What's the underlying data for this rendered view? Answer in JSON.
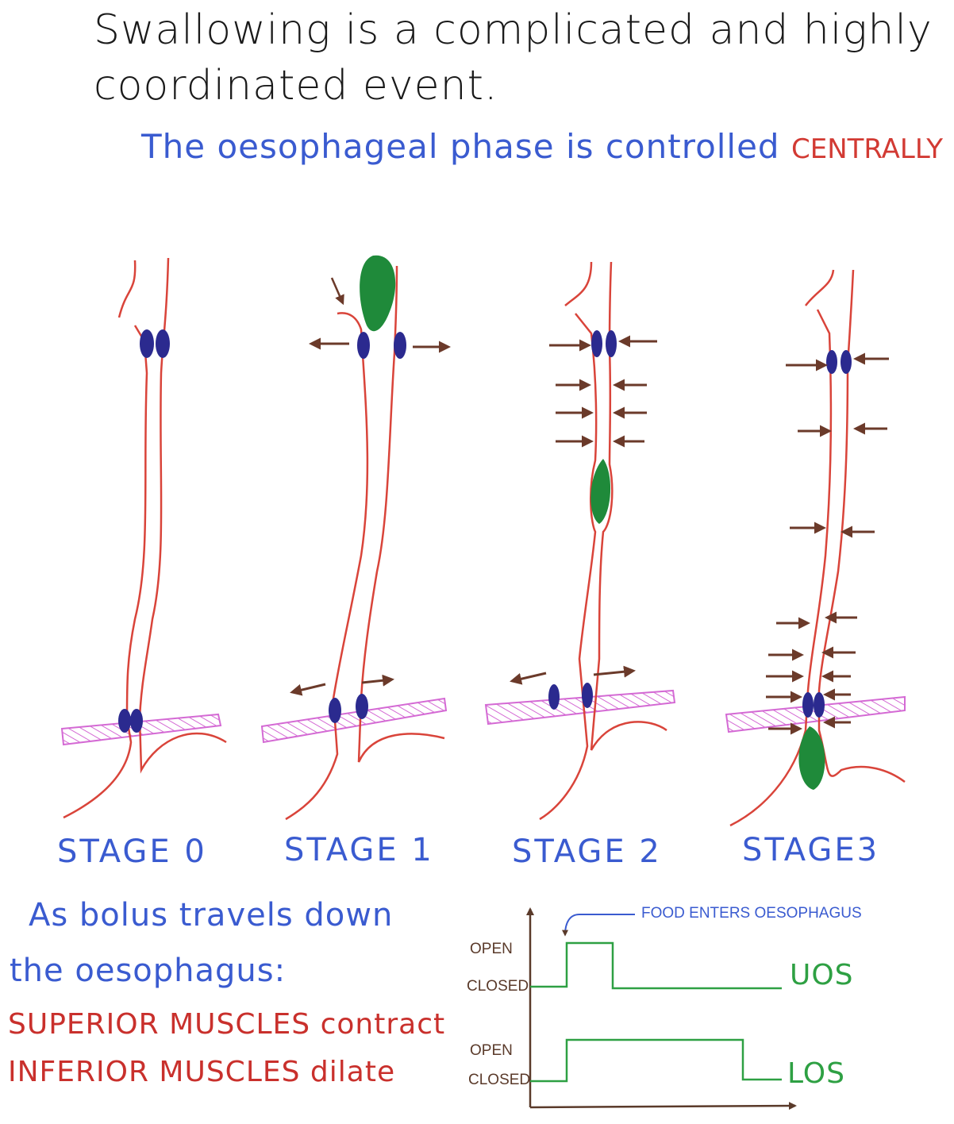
{
  "title": {
    "line1": "Swallowing is a complicated and highly",
    "line2": "coordinated event."
  },
  "subtitle": {
    "main": "The oesophageal phase is controlled",
    "emphasis": "CENTRALLY"
  },
  "stages": [
    {
      "label": "STAGE 0"
    },
    {
      "label": "STAGE 1"
    },
    {
      "label": "STAGE 2"
    },
    {
      "label": "STAGE3"
    }
  ],
  "notes": {
    "line1": "As bolus travels down",
    "line2": "the oesophagus:",
    "line3": "SUPERIOR MUSCLES contract",
    "line4": "INFERIOR MUSCLES dilate"
  },
  "graph": {
    "annotation": "FOOD ENTERS OESOPHAGUS",
    "uos_open": "OPEN",
    "uos_closed": "CLOSED",
    "uos_label": "UOS",
    "los_open": "OPEN",
    "los_closed": "CLOSED",
    "los_label": "LOS"
  },
  "colors": {
    "oesophagus": "#d9443a",
    "sphincter": "#2b2a8f",
    "bolus": "#1f8a3a",
    "diaphragm": "#d46ad4",
    "arrow": "#6b3a2a",
    "graph_line": "#2ea043",
    "blue_text": "#3a5bd0",
    "red_text": "#c9302c"
  }
}
